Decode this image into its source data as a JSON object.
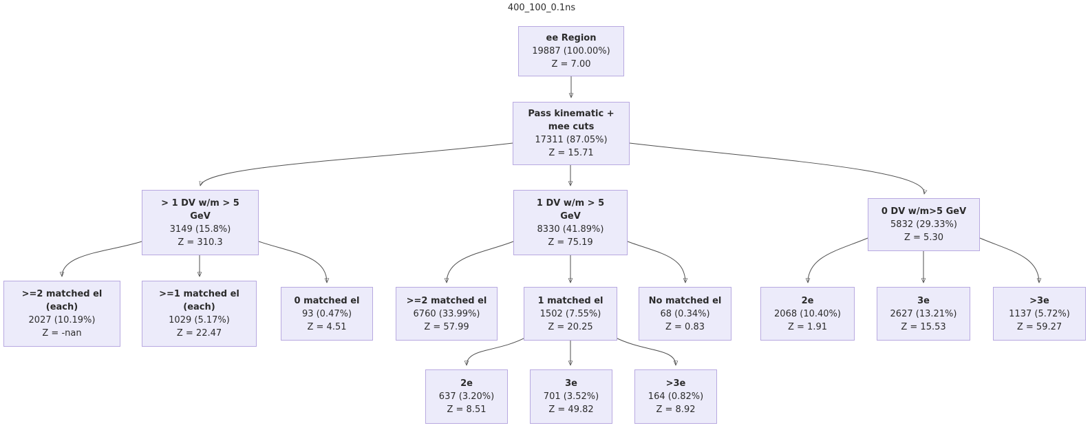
{
  "diagram_title": "400_100_0.1ns",
  "nodes": {
    "root": {
      "title": "ee Region",
      "count": "19887 (100.00%)",
      "z": "Z = 7.00"
    },
    "pass": {
      "title": "Pass kinematic +\nmee cuts",
      "count": "17311 (87.05%)",
      "z": "Z = 15.71"
    },
    "dv_gt1": {
      "title": "> 1 DV w/m > 5\nGeV",
      "count": "3149 (15.8%)",
      "z": "Z = 310.3"
    },
    "dv_1": {
      "title": "1 DV w/m > 5\nGeV",
      "count": "8330 (41.89%)",
      "z": "Z = 75.19"
    },
    "dv_0": {
      "title": "0 DV w/m>5 GeV",
      "count": "5832 (29.33%)",
      "z": "Z = 5.30"
    },
    "ge2_each": {
      "title": ">=2 matched el\n(each)",
      "count": "2027 (10.19%)",
      "z": "Z = -nan"
    },
    "ge1_each": {
      "title": ">=1 matched el\n(each)",
      "count": "1029 (5.17%)",
      "z": "Z = 22.47"
    },
    "matched_0": {
      "title": "0 matched el",
      "count": "93 (0.47%)",
      "z": "Z = 4.51"
    },
    "ge2": {
      "title": ">=2 matched el",
      "count": "6760 (33.99%)",
      "z": "Z = 57.99"
    },
    "matched_1": {
      "title": "1 matched el",
      "count": "1502 (7.55%)",
      "z": "Z = 20.25"
    },
    "no_matched": {
      "title": "No matched el",
      "count": "68 (0.34%)",
      "z": "Z = 0.83"
    },
    "e2_0dv": {
      "title": "2e",
      "count": "2068 (10.40%)",
      "z": "Z = 1.91"
    },
    "e3_0dv": {
      "title": "3e",
      "count": "2627 (13.21%)",
      "z": "Z = 15.53"
    },
    "e3p_0dv": {
      "title": ">3e",
      "count": "1137 (5.72%)",
      "z": "Z = 59.27"
    },
    "e2_1m": {
      "title": "2e",
      "count": "637 (3.20%)",
      "z": "Z = 8.51"
    },
    "e3_1m": {
      "title": "3e",
      "count": "701 (3.52%)",
      "z": "Z = 49.82"
    },
    "e3p_1m": {
      "title": ">3e",
      "count": "164 (0.82%)",
      "z": "Z = 8.92"
    }
  },
  "colors": {
    "node_fill": "#ECEBFA",
    "node_border": "#B7A8E0",
    "edge": "#4D4D4D",
    "arrow": "#1F1F1F",
    "text": "#2B2B2B"
  }
}
